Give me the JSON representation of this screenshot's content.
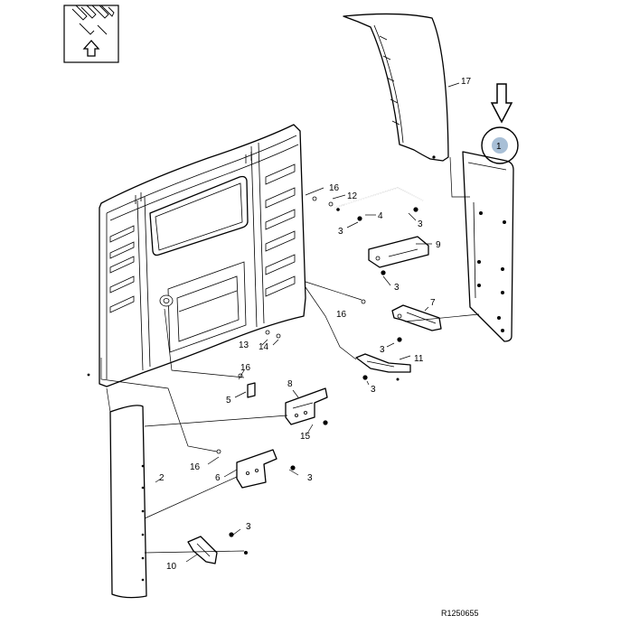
{
  "callouts": {
    "c1": "1",
    "c2": "2",
    "c3a": "3",
    "c3b": "3",
    "c3c": "3",
    "c3d": "3",
    "c3e": "3",
    "c3f": "3",
    "c3g": "3",
    "c4": "4",
    "c5": "5",
    "c6": "6",
    "c7": "7",
    "c8": "8",
    "c9": "9",
    "c10": "10",
    "c11": "11",
    "c12": "12",
    "c13": "13",
    "c14": "14",
    "c15": "15",
    "c16a": "16",
    "c16b": "16",
    "c16c": "16",
    "c16d": "16",
    "c17": "17"
  },
  "reference_code": "R1250655",
  "icons": {
    "view_arrow": "down-arrow-icon",
    "locator": "up-arrow-icon"
  },
  "colors": {
    "line": "#000000",
    "background": "#ffffff",
    "highlight_dot": "#a8bfd6"
  }
}
